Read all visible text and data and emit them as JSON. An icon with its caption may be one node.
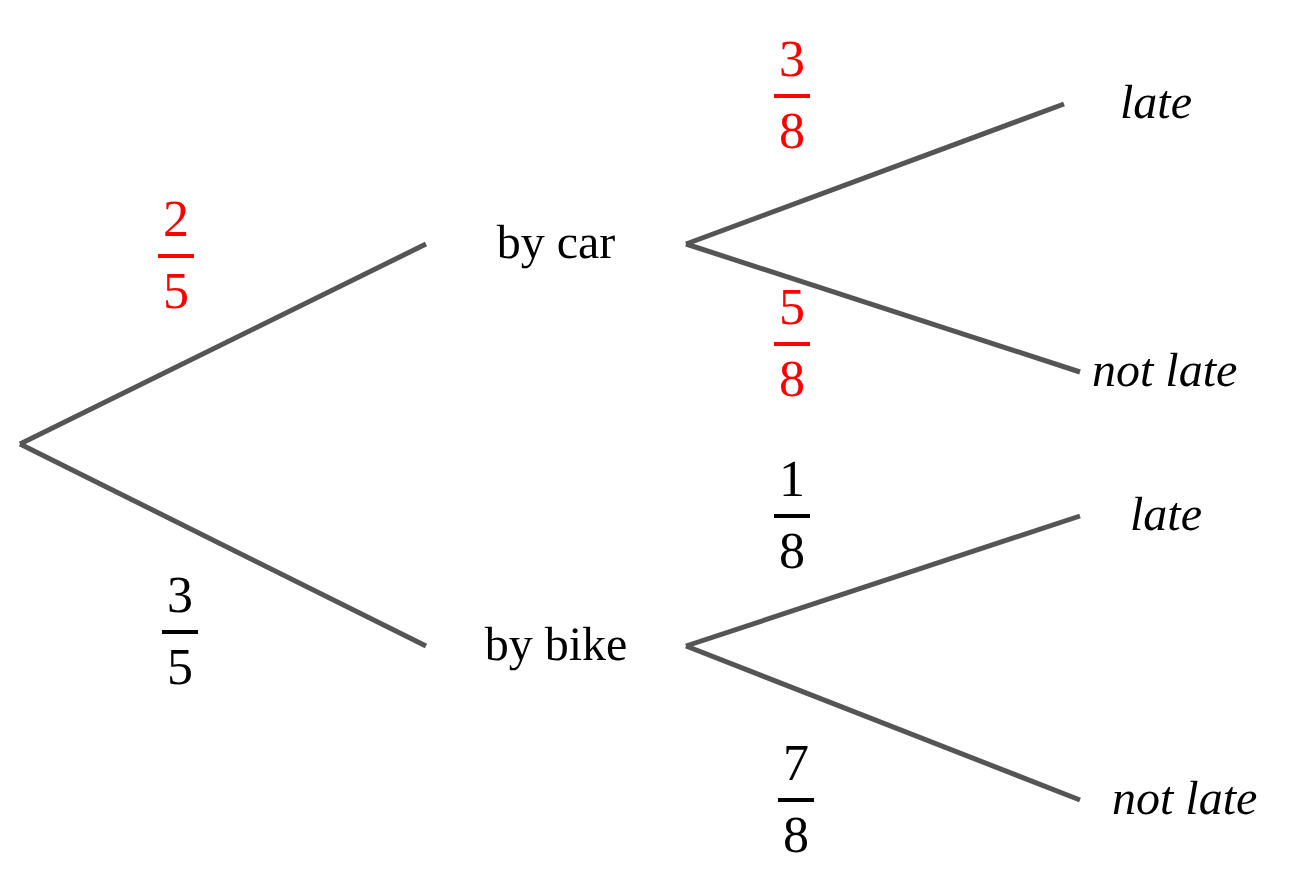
{
  "diagram": {
    "nodes": [
      {
        "text": [
          "by car"
        ]
      },
      {
        "text": [
          "by bike"
        ]
      },
      {
        "text": [
          "late"
        ]
      },
      {
        "text": [
          "not late"
        ]
      },
      {
        "text": [
          "late"
        ]
      },
      {
        "text": [
          "not late"
        ]
      }
    ],
    "edges": [
      {
        "from": null,
        "to": 0,
        "arrow": "none"
      },
      {
        "from": null,
        "to": 1,
        "arrow": "none"
      },
      {
        "from": 0,
        "to": 2,
        "arrow": "none"
      },
      {
        "from": 0,
        "to": 3,
        "arrow": "none"
      },
      {
        "from": 1,
        "to": 4,
        "arrow": "none"
      },
      {
        "from": 1,
        "to": 5,
        "arrow": "none"
      }
    ],
    "labels": [
      "3",
      "8",
      "2",
      "5",
      "5",
      "8",
      "1",
      "8",
      "3",
      "5",
      "7",
      "8"
    ]
  }
}
